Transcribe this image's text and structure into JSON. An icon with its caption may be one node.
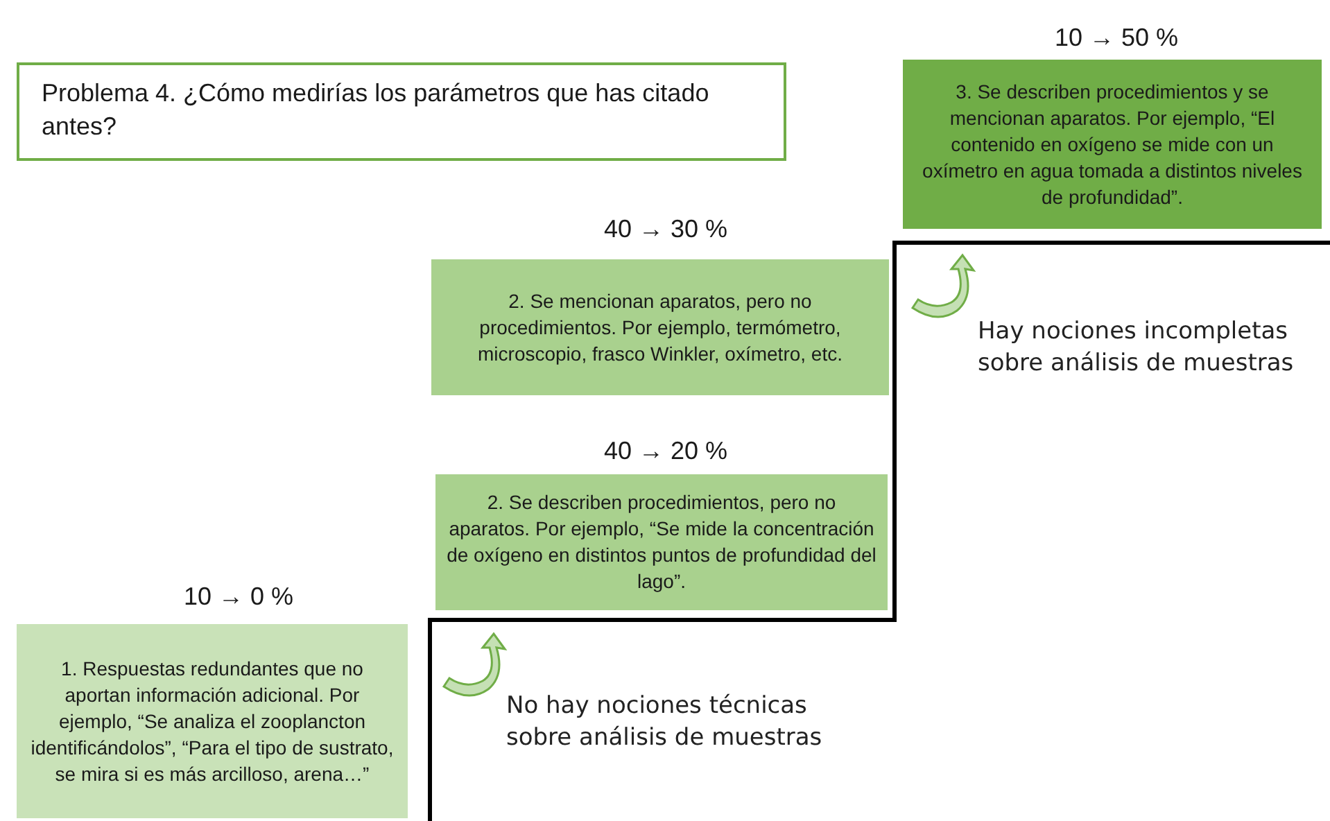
{
  "diagram": {
    "nodes": [
      {
        "text": [
          "Problema 4. ¿Cómo medirías los parámetros que has citado antes?"
        ]
      },
      {
        "text": [
          "1. Respuestas redundantes que no aportan información adicional. Por ejemplo, “Se analiza el zooplancton identificándolos”, “Para el tipo de sustrato, se mira si es más arcilloso, arena…”"
        ],
        "beside": [
          "10 → 0 %"
        ]
      },
      {
        "text": [
          "2. Se describen procedimientos, pero no aparatos. Por ejemplo, “Se mide la concentración de oxígeno en distintos puntos de profundidad del lago”."
        ],
        "beside": [
          "40 → 20 %"
        ]
      },
      {
        "text": [
          "2. Se mencionan aparatos, pero no procedimientos. Por ejemplo, termómetro, microscopio, frasco Winkler, oxímetro, etc."
        ],
        "beside": [
          "40 → 30 %"
        ]
      },
      {
        "text": [
          "3. Se describen procedimientos y se mencionan aparatos. Por ejemplo, “El contenido en oxígeno se mide con un oxímetro en agua tomada a distintos niveles de profundidad”."
        ],
        "beside": [
          "10 → 50 %"
        ]
      }
    ],
    "labels": [
      "No hay nociones técnicas sobre análisis de muestras",
      "Hay nociones incompletas sobre análisis de muestras"
    ]
  }
}
